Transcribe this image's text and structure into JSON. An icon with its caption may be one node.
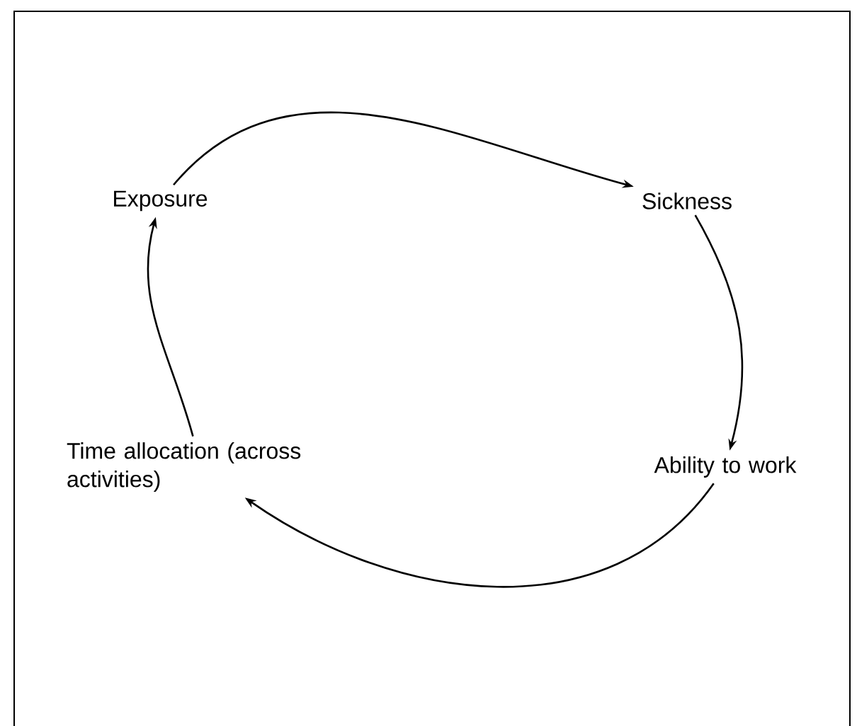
{
  "diagram": {
    "nodes": [
      {
        "text": [
          "Exposure"
        ]
      },
      {
        "text": [
          "Sickness"
        ]
      },
      {
        "text": [
          "Ability to work"
        ]
      },
      {
        "text": [
          "Time allocation (across activities)"
        ]
      }
    ],
    "edges": [
      {
        "from": 0,
        "to": 1,
        "arrow": "to"
      },
      {
        "from": 1,
        "to": 2,
        "arrow": "to"
      },
      {
        "from": 2,
        "to": 3,
        "arrow": "to"
      },
      {
        "from": 3,
        "to": 0,
        "arrow": "to"
      }
    ]
  }
}
